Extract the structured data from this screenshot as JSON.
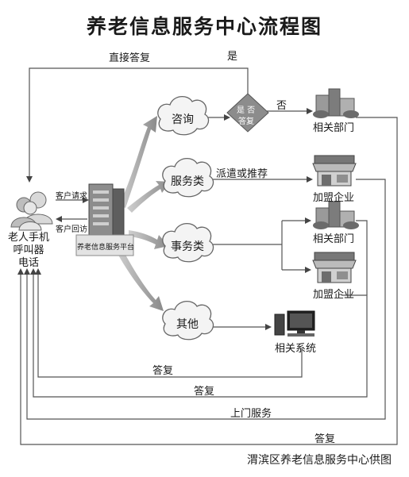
{
  "title": "养老信息服务中心流程图",
  "elder": {
    "line1": "老人手机",
    "line2": "呼叫器",
    "line3": "电话"
  },
  "platform": {
    "label": "养老信息服务平台",
    "request": "客户请求",
    "callback": "客户回访"
  },
  "categories": {
    "consult": "咨询",
    "service": "服务类",
    "affairs": "事务类",
    "other": "其他"
  },
  "decision": {
    "line1": "是 否",
    "line2": "答复",
    "yes": "是",
    "no": "否"
  },
  "targets": {
    "dept1": "相关部门",
    "enterprise1": "加盟企业",
    "dept2": "相关部门",
    "enterprise2": "加盟企业",
    "system": "相关系统"
  },
  "flows": {
    "direct_reply": "直接答复",
    "dispatch": "派遣或推荐",
    "reply1": "答复",
    "reply2": "答复",
    "door_service": "上门服务",
    "reply3": "答复"
  },
  "footer": "渭滨区养老信息服务中心供图",
  "colors": {
    "cloud_fill": "#f4f4f4",
    "arrow_gray": "#9a9a9a",
    "line": "#555555",
    "diamond": "#8c8c8c"
  },
  "icons": [
    "people-icon",
    "server-icon",
    "building-icon",
    "storefront-icon",
    "computer-icon"
  ]
}
